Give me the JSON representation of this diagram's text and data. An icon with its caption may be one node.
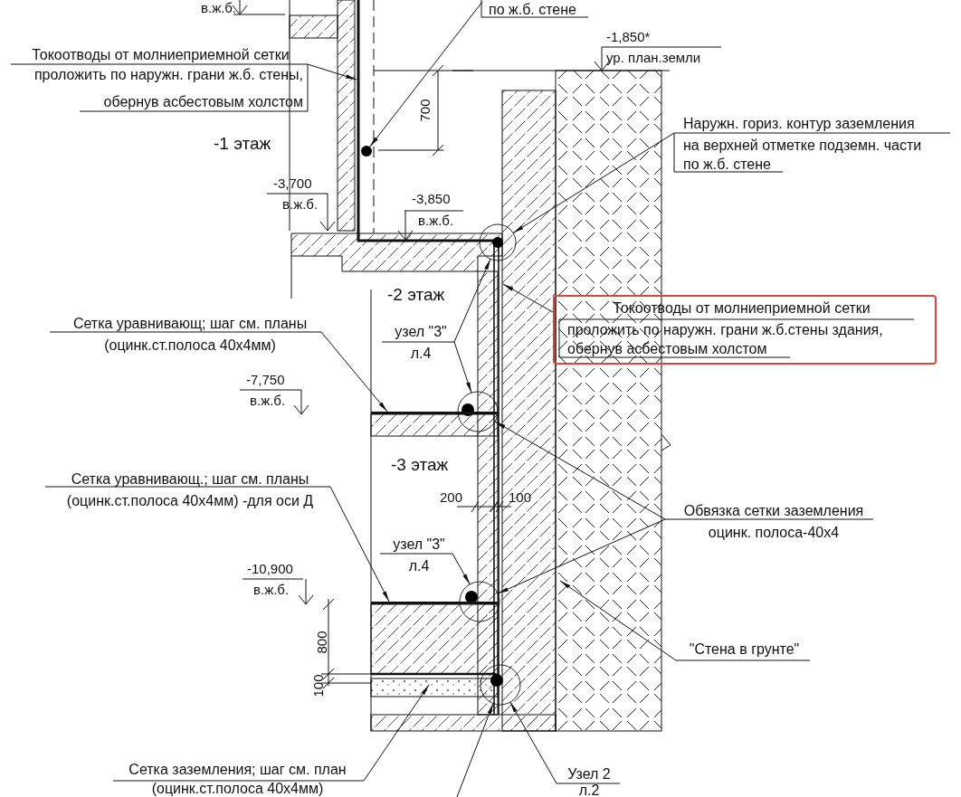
{
  "diagram": {
    "nodes": [
      {
        "text": [
          "по ж.б. стене"
        ]
      },
      {
        "text": [
          "Токоотводы от молниеприемной сетки",
          "проложить по наружн. грани ж.б. стены, обернув асбестовым холстом"
        ]
      },
      {
        "text": [
          "Наружн. гориз. контур заземления",
          "на верхней отметке подземн. части по ж.б. стене"
        ]
      },
      {
        "text": [],
        "shape": "box"
      },
      {
        "text": [
          "Токоотводы от молниеприемной сетки",
          "проложить по наружн. грани ж.б.стены здания, обернув асбестовым холстом"
        ],
        "in": 3
      },
      {
        "text": [
          "Сетка уравнивающ; шаг см. планы",
          "(оцинк.ст.полоса 40х4мм)"
        ]
      },
      {
        "text": [
          "узел \"3\"",
          "л.4"
        ]
      },
      {
        "text": [
          "Обвязка сетки заземления",
          "оцинк. полоса-40х4"
        ]
      },
      {
        "text": [
          "Сетка уравнивающ.; шаг см. планы",
          "(оцинк.ст.полоса 40х4мм) -для оси Д"
        ]
      },
      {
        "text": [
          "узел \"3\"",
          "л.4"
        ]
      },
      {
        "text": [
          "\"Стена в грунте\""
        ]
      },
      {
        "text": [
          "Сетка заземления; шаг см. план",
          "(оцинк.ст.полоса 40х4мм)"
        ]
      },
      {
        "text": [
          "Узел 2",
          "л.2"
        ]
      },
      {
        "text": [],
        "shape": "circle"
      },
      {
        "text": [],
        "shape": "circle"
      },
      {
        "text": [],
        "shape": "circle"
      },
      {
        "text": [],
        "shape": "circle"
      },
      {
        "text": [],
        "shape": "circle"
      },
      {
        "text": [],
        "shape": "bar"
      },
      {
        "text": [],
        "shape": "bar"
      }
    ],
    "edges": [
      {
        "from": 0,
        "to": 13,
        "arrow": "to"
      },
      {
        "from": 1,
        "to": null,
        "arrow": "to"
      },
      {
        "from": 2,
        "to": 14,
        "arrow": "to"
      },
      {
        "from": 4,
        "to": null,
        "arrow": "to"
      },
      {
        "from": 5,
        "to": 18,
        "arrow": "to"
      },
      {
        "from": 6,
        "to": 14,
        "arrow": "to"
      },
      {
        "from": 6,
        "to": 15,
        "arrow": "to"
      },
      {
        "from": 7,
        "to": 15,
        "arrow": "to"
      },
      {
        "from": 7,
        "to": 16,
        "arrow": "to"
      },
      {
        "from": 8,
        "to": 19,
        "arrow": "to"
      },
      {
        "from": 9,
        "to": 16,
        "arrow": "to"
      },
      {
        "from": 10,
        "to": null,
        "arrow": "to"
      },
      {
        "from": 11,
        "to": null,
        "arrow": "to"
      },
      {
        "from": 12,
        "to": 17,
        "arrow": "to"
      },
      {
        "from": null,
        "to": 17,
        "arrow": "to"
      }
    ],
    "labels": [
      "в.ж.б.",
      "-1,850*",
      "ур. план.земли",
      "700",
      "-1 этаж",
      "-3,700",
      "в.ж.б.",
      "-3,850",
      "в.ж.б.",
      "-2 этаж",
      "-7,750",
      "в.ж.б.",
      "-3 этаж",
      "200",
      "100",
      "-10,900",
      "в.ж.б.",
      "800",
      "100"
    ]
  }
}
